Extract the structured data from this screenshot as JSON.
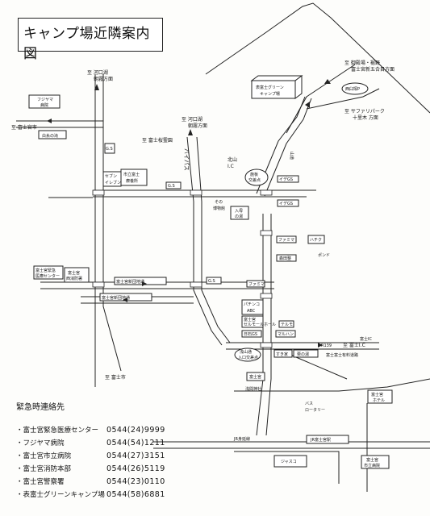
{
  "title": "キャンプ場近隣案内図",
  "destinations": {
    "kawaguchiko_asagiri_1": [
      "至 河口湖",
      "朝霧方面"
    ],
    "kawaguchiko_asagiri_2": [
      "至 河口湖",
      "朝霧方面"
    ],
    "fujinomiya_city": "至 富士宮市",
    "fuji_sakuraba": "至 富士桜霊園",
    "gotemba": [
      "至 御殿場・裾野",
      "富士宮新五合目方面"
    ],
    "safari": [
      "至 サファリパーク",
      "十里木 方面"
    ],
    "fuji_ic": "至 富士I.C",
    "fuji_city": "至 富士市",
    "fuji_station": "至 富士宮市"
  },
  "places": {
    "fujiyama_hospital": [
      "フジヤマ",
      "病院"
    ],
    "shiraito_falls": "白糸の滝",
    "seven_eleven": [
      "セブン",
      "イレブン"
    ],
    "municipal_clinic": [
      "市立富士",
      "療養所"
    ],
    "emergency_center": [
      "富士宮緊急",
      "医療センター"
    ],
    "fire_station": [
      "富士宮",
      "西消防署"
    ],
    "camp": [
      "表富士グリーン",
      "キャンプ場"
    ],
    "nishiusuzuka_p": "西臼塚P",
    "kitayama_ic": [
      "北山",
      "I.C"
    ],
    "nichijiro_junction": [
      "施板",
      "交差点"
    ],
    "museum": [
      "その",
      "博物館"
    ],
    "iriyama_yu": [
      "入母",
      "の湯"
    ],
    "familymart1": "ファミマ",
    "familymart2": "ファミマ",
    "pachinko": [
      "パチンコ",
      "ABC"
    ],
    "fuji_sei": [
      "富士宮",
      "セルモールホール"
    ],
    "miyagi_gs": "日石GS",
    "termo": "テルモ",
    "maruhan": "マルハン",
    "sukiya": "すき家",
    "kuri_no_yu": "栗の湯",
    "entrance_junction": [
      "浅山通",
      "入口交差点"
    ],
    "fuji_ic_label": "富士IC",
    "fujinomiya_station_area": "富士宮",
    "sengen_shrine": "浅間神社",
    "jusco": "ジャスコ",
    "bus_rotary": [
      "バス",
      "ロータリー"
    ],
    "fujinomiya_hotel": [
      "富士宮",
      "ホテル"
    ],
    "fujinomiya_police": [
      "富士宮",
      "市立病院"
    ],
    "fujinomiya_station": "JR富士宮駅",
    "minobu_line": "JR身延線",
    "fuji_yuryo": "富士富士有料道路",
    "fuji_sanshigen_danchi1": "富士宮新団地通",
    "fuji_sanshigen_danchi2": "富士宮新団地通",
    "gs1": "G.S",
    "gs2": "G.S",
    "gs3": "G.S",
    "ide_gs": "イデGS",
    "idegs2": "イデGS",
    "bypass": "バイパス",
    "sannose": "山道",
    "n139": "R139",
    "rk_tokudo": "森田整",
    "hachiku": "ハチク",
    "koboku": "ポンド"
  },
  "emergency_contacts": {
    "heading": "緊急時連絡先",
    "entries": [
      {
        "name": "・富士宮緊急医療センター",
        "tel": "0544(24)9999"
      },
      {
        "name": "・フジヤマ病院",
        "tel": "0544(54)1211"
      },
      {
        "name": "・富士宮市立病院",
        "tel": "0544(27)3151"
      },
      {
        "name": "・富士宮消防本部",
        "tel": "0544(26)5119"
      },
      {
        "name": "・富士宮警察署",
        "tel": "0544(23)0110"
      },
      {
        "name": "・表富士グリーンキャンプ場",
        "tel": "0544(58)6881"
      }
    ]
  }
}
